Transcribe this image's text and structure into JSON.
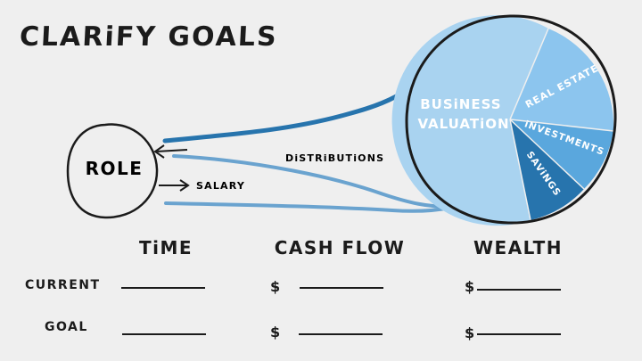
{
  "title": "CLARiFY GOALS",
  "role_label": "ROLE",
  "salary_label": "SALARY",
  "distributions_label": "DiSTRiBUTiONS",
  "pie": {
    "labels": {
      "business": "BUSiNESS VALUATiON",
      "real_estate": "REAL ESTATE",
      "investments": "iNVESTMENTS",
      "savings": "SAViNGS"
    },
    "colors": {
      "business": "#a9d3f0",
      "real_estate": "#8cc5ee",
      "investments": "#5aa7dd",
      "savings": "#2774ad",
      "outline": "#1b1b1b",
      "arrow_dark": "#2774ad",
      "arrow_light": "#6aa3cf"
    }
  },
  "table": {
    "columns": [
      "TiME",
      "CASH FLOW",
      "WEALTH"
    ],
    "rows": [
      "CURRENT",
      "GOAL"
    ],
    "currency": "$"
  }
}
